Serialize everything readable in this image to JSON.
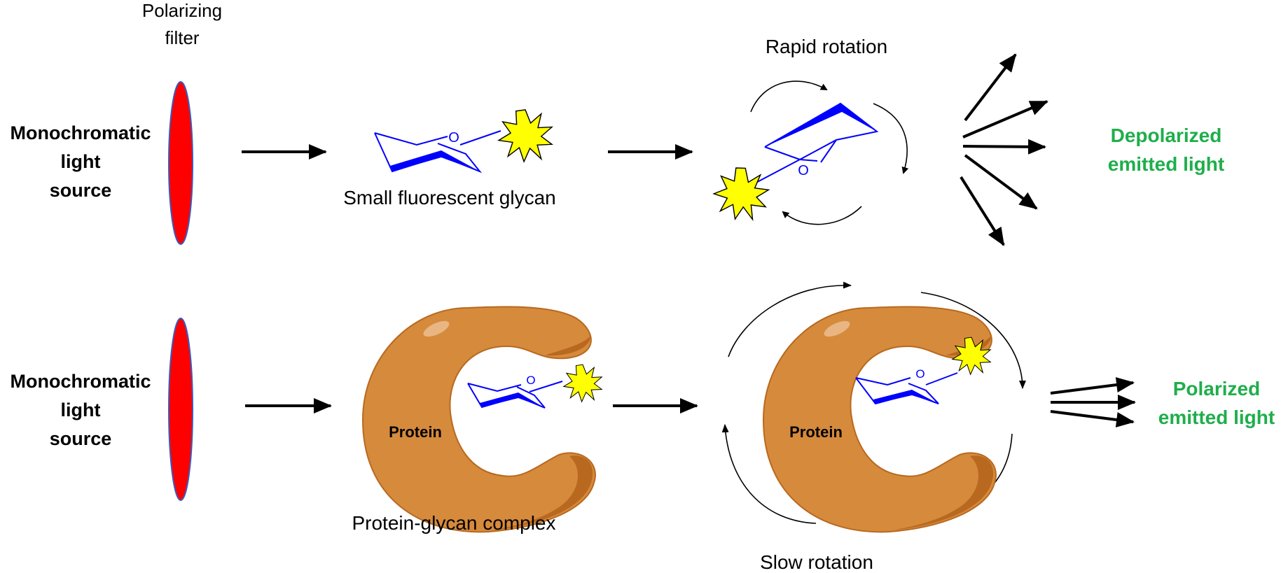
{
  "labels": {
    "polarizing_filter_line1": "Polarizing",
    "polarizing_filter_line2": "filter",
    "source_top": [
      "Monochromatic",
      "light",
      "source"
    ],
    "source_bottom": [
      "Monochromatic",
      "light",
      "source"
    ],
    "small_glycan": "Small fluorescent glycan",
    "rapid_rotation": "Rapid rotation",
    "depolarized": [
      "Depolarized",
      "emitted light"
    ],
    "protein_1": "Protein",
    "protein_2": "Protein",
    "complex": "Protein-glycan complex",
    "slow_rotation": "Slow rotation",
    "polarized": [
      "Polarized",
      "emitted light"
    ],
    "ring_oxygen": "O"
  },
  "colors": {
    "filter_fill": "#ff0000",
    "filter_edge": "#3a5bbf",
    "glycan": "#0000ff",
    "fluorophore_fill": "#ffff00",
    "protein": "#d68a3c",
    "protein_dark": "#b8691f",
    "emitted_label": "#1fae4b",
    "arrow": "#000000"
  },
  "icons": {
    "filter": "ellipse-lens-icon",
    "fluorophore": "starburst-icon",
    "glycan": "pyranose-ring-icon",
    "protein": "crescent-protein-icon"
  }
}
